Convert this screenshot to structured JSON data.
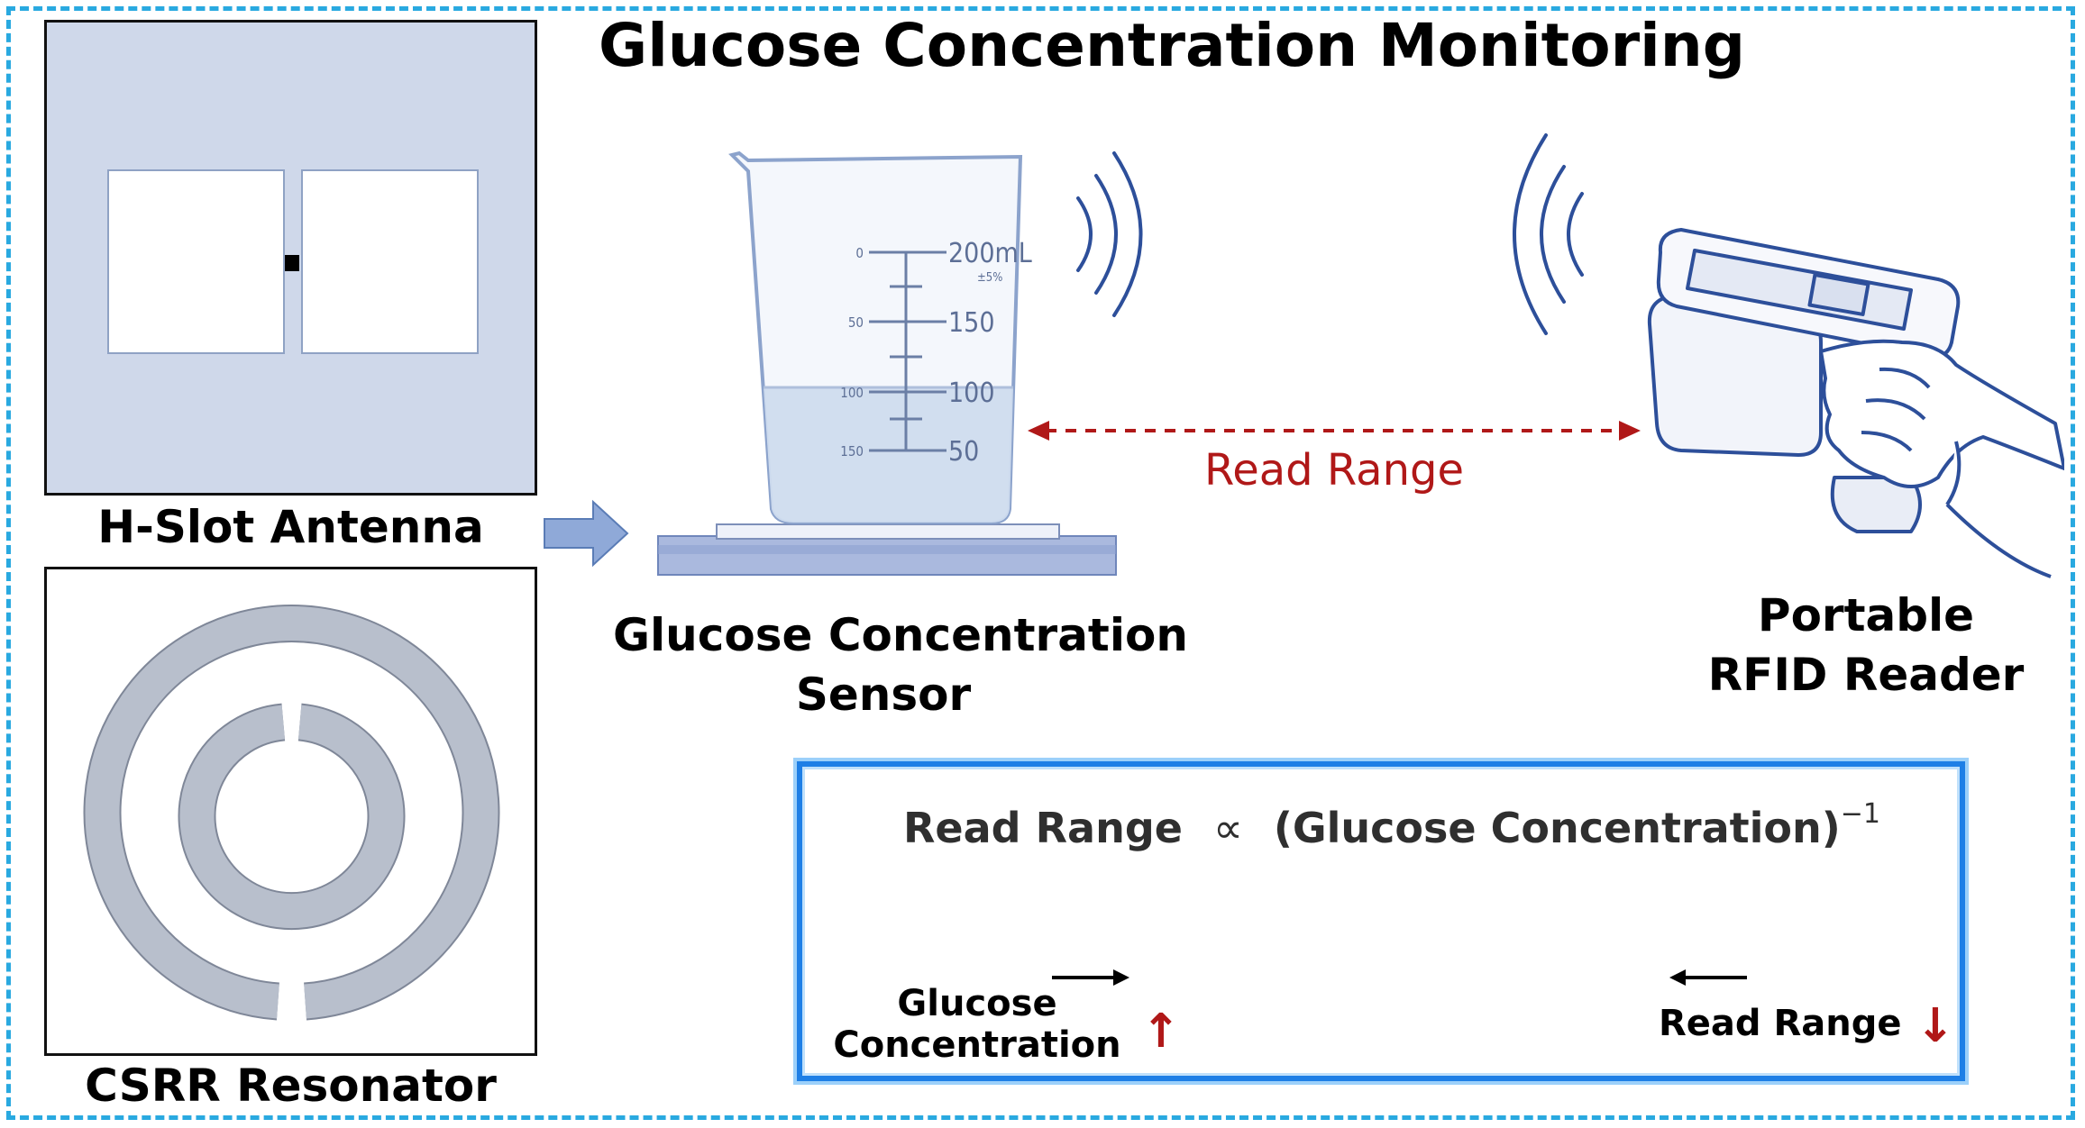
{
  "title": "Glucose Concentration Monitoring",
  "antenna": {
    "caption": "H-Slot Antenna"
  },
  "resonator": {
    "caption": "CSRR Resonator"
  },
  "sensor": {
    "caption_line1": "Glucose Concentration",
    "caption_line2": "Sensor",
    "beaker": {
      "capacity_label": "200mL",
      "tolerance_label": "±5%",
      "right_scale": [
        "150",
        "100",
        "50"
      ],
      "left_scale": [
        "0",
        "50",
        "100",
        "150"
      ]
    }
  },
  "read_range": {
    "label": "Read Range"
  },
  "reader": {
    "caption_line1": "Portable",
    "caption_line2": "RFID Reader"
  },
  "formula": {
    "lhs": "Read Range",
    "symbol": "∝",
    "rhs": "(Glucose Concentration)",
    "exponent": "−1",
    "left_label_line1": "Glucose",
    "left_label_line2": "Concentration",
    "left_arrow_symbol": "↑",
    "right_label": "Read Range",
    "right_arrow_symbol": "↓"
  },
  "colors": {
    "frame": "#29a9e0",
    "antenna_substrate": "#cfd8ea",
    "ring": "#b8bfcc",
    "read_range_red": "#b01818",
    "beaker_outline": "#6b8fc7",
    "formula_border": "#1e7fe6"
  },
  "icons": {
    "flow_arrow": "block-arrow-right-icon",
    "signal_waves": "wireless-signal-icon",
    "reader": "rfid-reader-hand-icon"
  }
}
